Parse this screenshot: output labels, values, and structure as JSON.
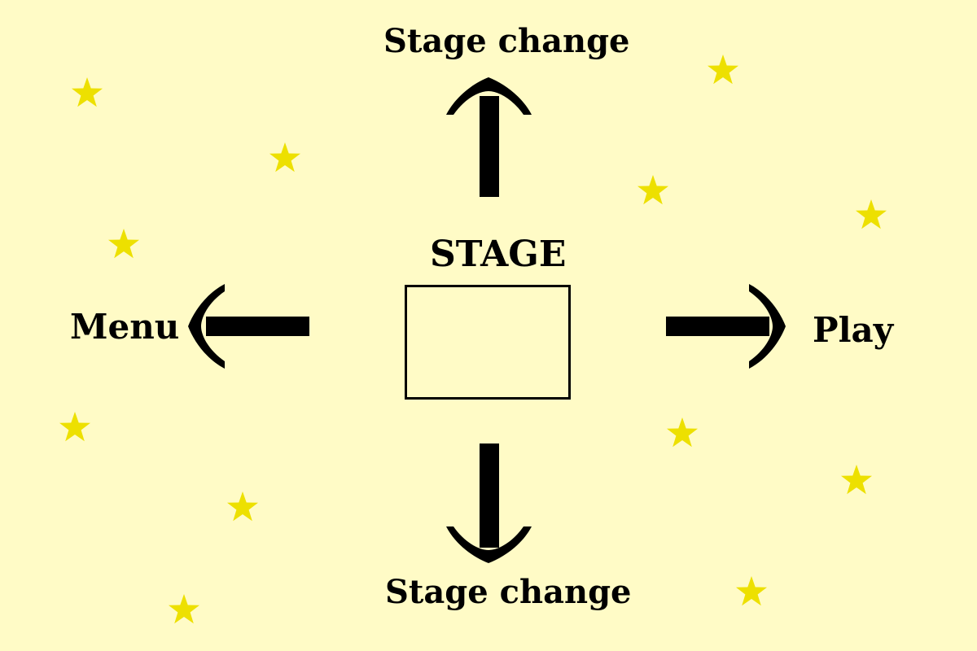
{
  "colors": {
    "background": "#FFFBC6",
    "star": "#EDE000",
    "ink": "#000000"
  },
  "labels": {
    "top": "Stage change",
    "bottom": "Stage change",
    "center": "STAGE",
    "left": "Menu",
    "right": "Play"
  },
  "decorations": {
    "star_icon": "star-icon",
    "arrow_icon": "arrow-icon"
  }
}
